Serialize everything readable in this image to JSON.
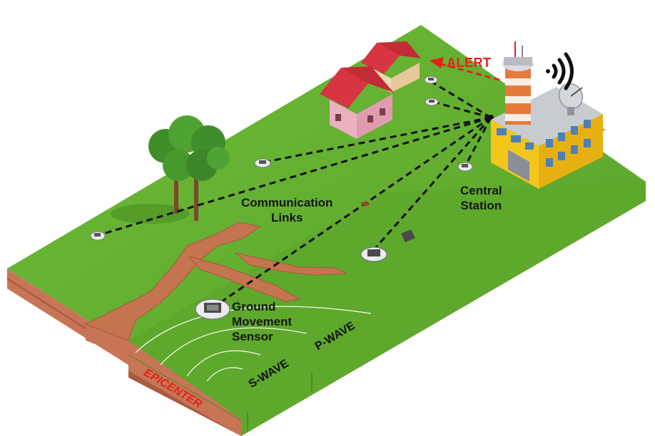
{
  "labels": {
    "alert": "ALERT",
    "central_station": [
      "Central",
      "Station"
    ],
    "communication_links": [
      "Communication",
      "Links"
    ],
    "ground_sensor": [
      "Ground",
      "Movement",
      "Sensor"
    ],
    "s_wave": "S-WAVE",
    "p_wave": "P-WAVE",
    "epicenter": "EPICENTER"
  },
  "colors": {
    "grass": "#5ea82c",
    "grass_dark": "#4a8d23",
    "soil": "#c77556",
    "soil_dark": "#a95a3f",
    "roof": "#d93441",
    "house_wall": "#ecb1c1",
    "house_wall_2": "#eed9b0",
    "station": "#f3c61c",
    "tower": "#e57a3b",
    "alert": "#e0241b",
    "link": "#111111"
  },
  "icons": [
    "wifi-signal-icon",
    "satellite-dish-icon",
    "alert-arrow-icon"
  ]
}
